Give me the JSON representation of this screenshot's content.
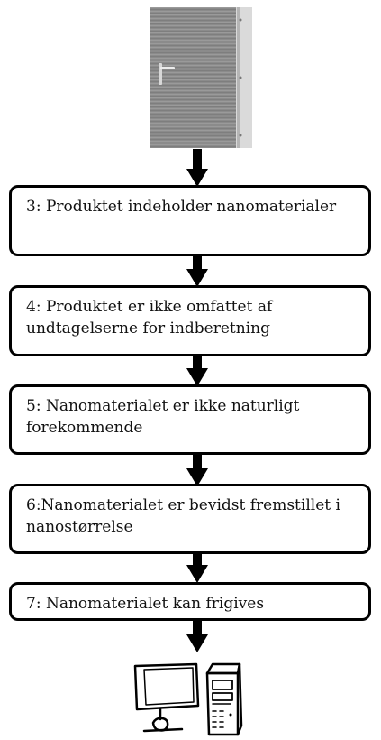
{
  "steps": [
    {
      "text": "3: Produktet indeholder nanomaterialer"
    },
    {
      "text": "4: Produktet er ikke omfattet af undtagelserne for indberetning"
    },
    {
      "text": "5: Nanomaterialet er ikke naturligt forekommende"
    },
    {
      "text": "6:Nanomaterialet er bevidst fremstillet i nanostørrelse"
    },
    {
      "text": "7: Nanomaterialet kan frigives"
    }
  ],
  "images": {
    "top": "door-illustration",
    "bottom": "computer-illustration"
  },
  "colors": {
    "door": "#8f8f8f",
    "outline": "#000000"
  }
}
